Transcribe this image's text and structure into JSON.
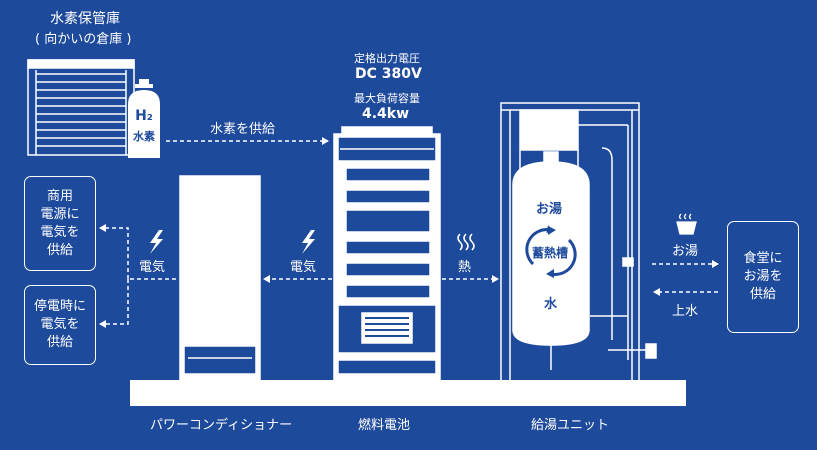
{
  "storage": {
    "title": "水素保管庫",
    "subtitle": "( 向かいの倉庫 )"
  },
  "tank": {
    "formula": "H₂",
    "label": "水素"
  },
  "fuel_cell": {
    "rated_voltage_label": "定格出力電圧",
    "rated_voltage_value": "DC 380V",
    "max_load_label": "最大負荷容量",
    "max_load_value": "4.4kw",
    "name": "燃料電池"
  },
  "flows": {
    "hydrogen_supply": "水素を供給",
    "electricity_from_fc": "電気",
    "electricity_to_grid": "電気",
    "heat": "熱",
    "hot_water": "お湯",
    "supply_water": "上水"
  },
  "power_conditioner": {
    "name": "パワーコンディショナー"
  },
  "water_heater": {
    "name": "給湯ユニット",
    "hot_label": "お湯",
    "tank_label": "蓄熱槽",
    "water_label": "水"
  },
  "outputs": {
    "commercial": "商用\n電源に\n電気を\n供給",
    "outage": "停電時に\n電気を\n供給",
    "cafeteria": "食堂に\nお湯を\n供給"
  },
  "colors": {
    "background": "#1e4a9c",
    "line": "#ffffff",
    "fill": "#ffffff"
  }
}
